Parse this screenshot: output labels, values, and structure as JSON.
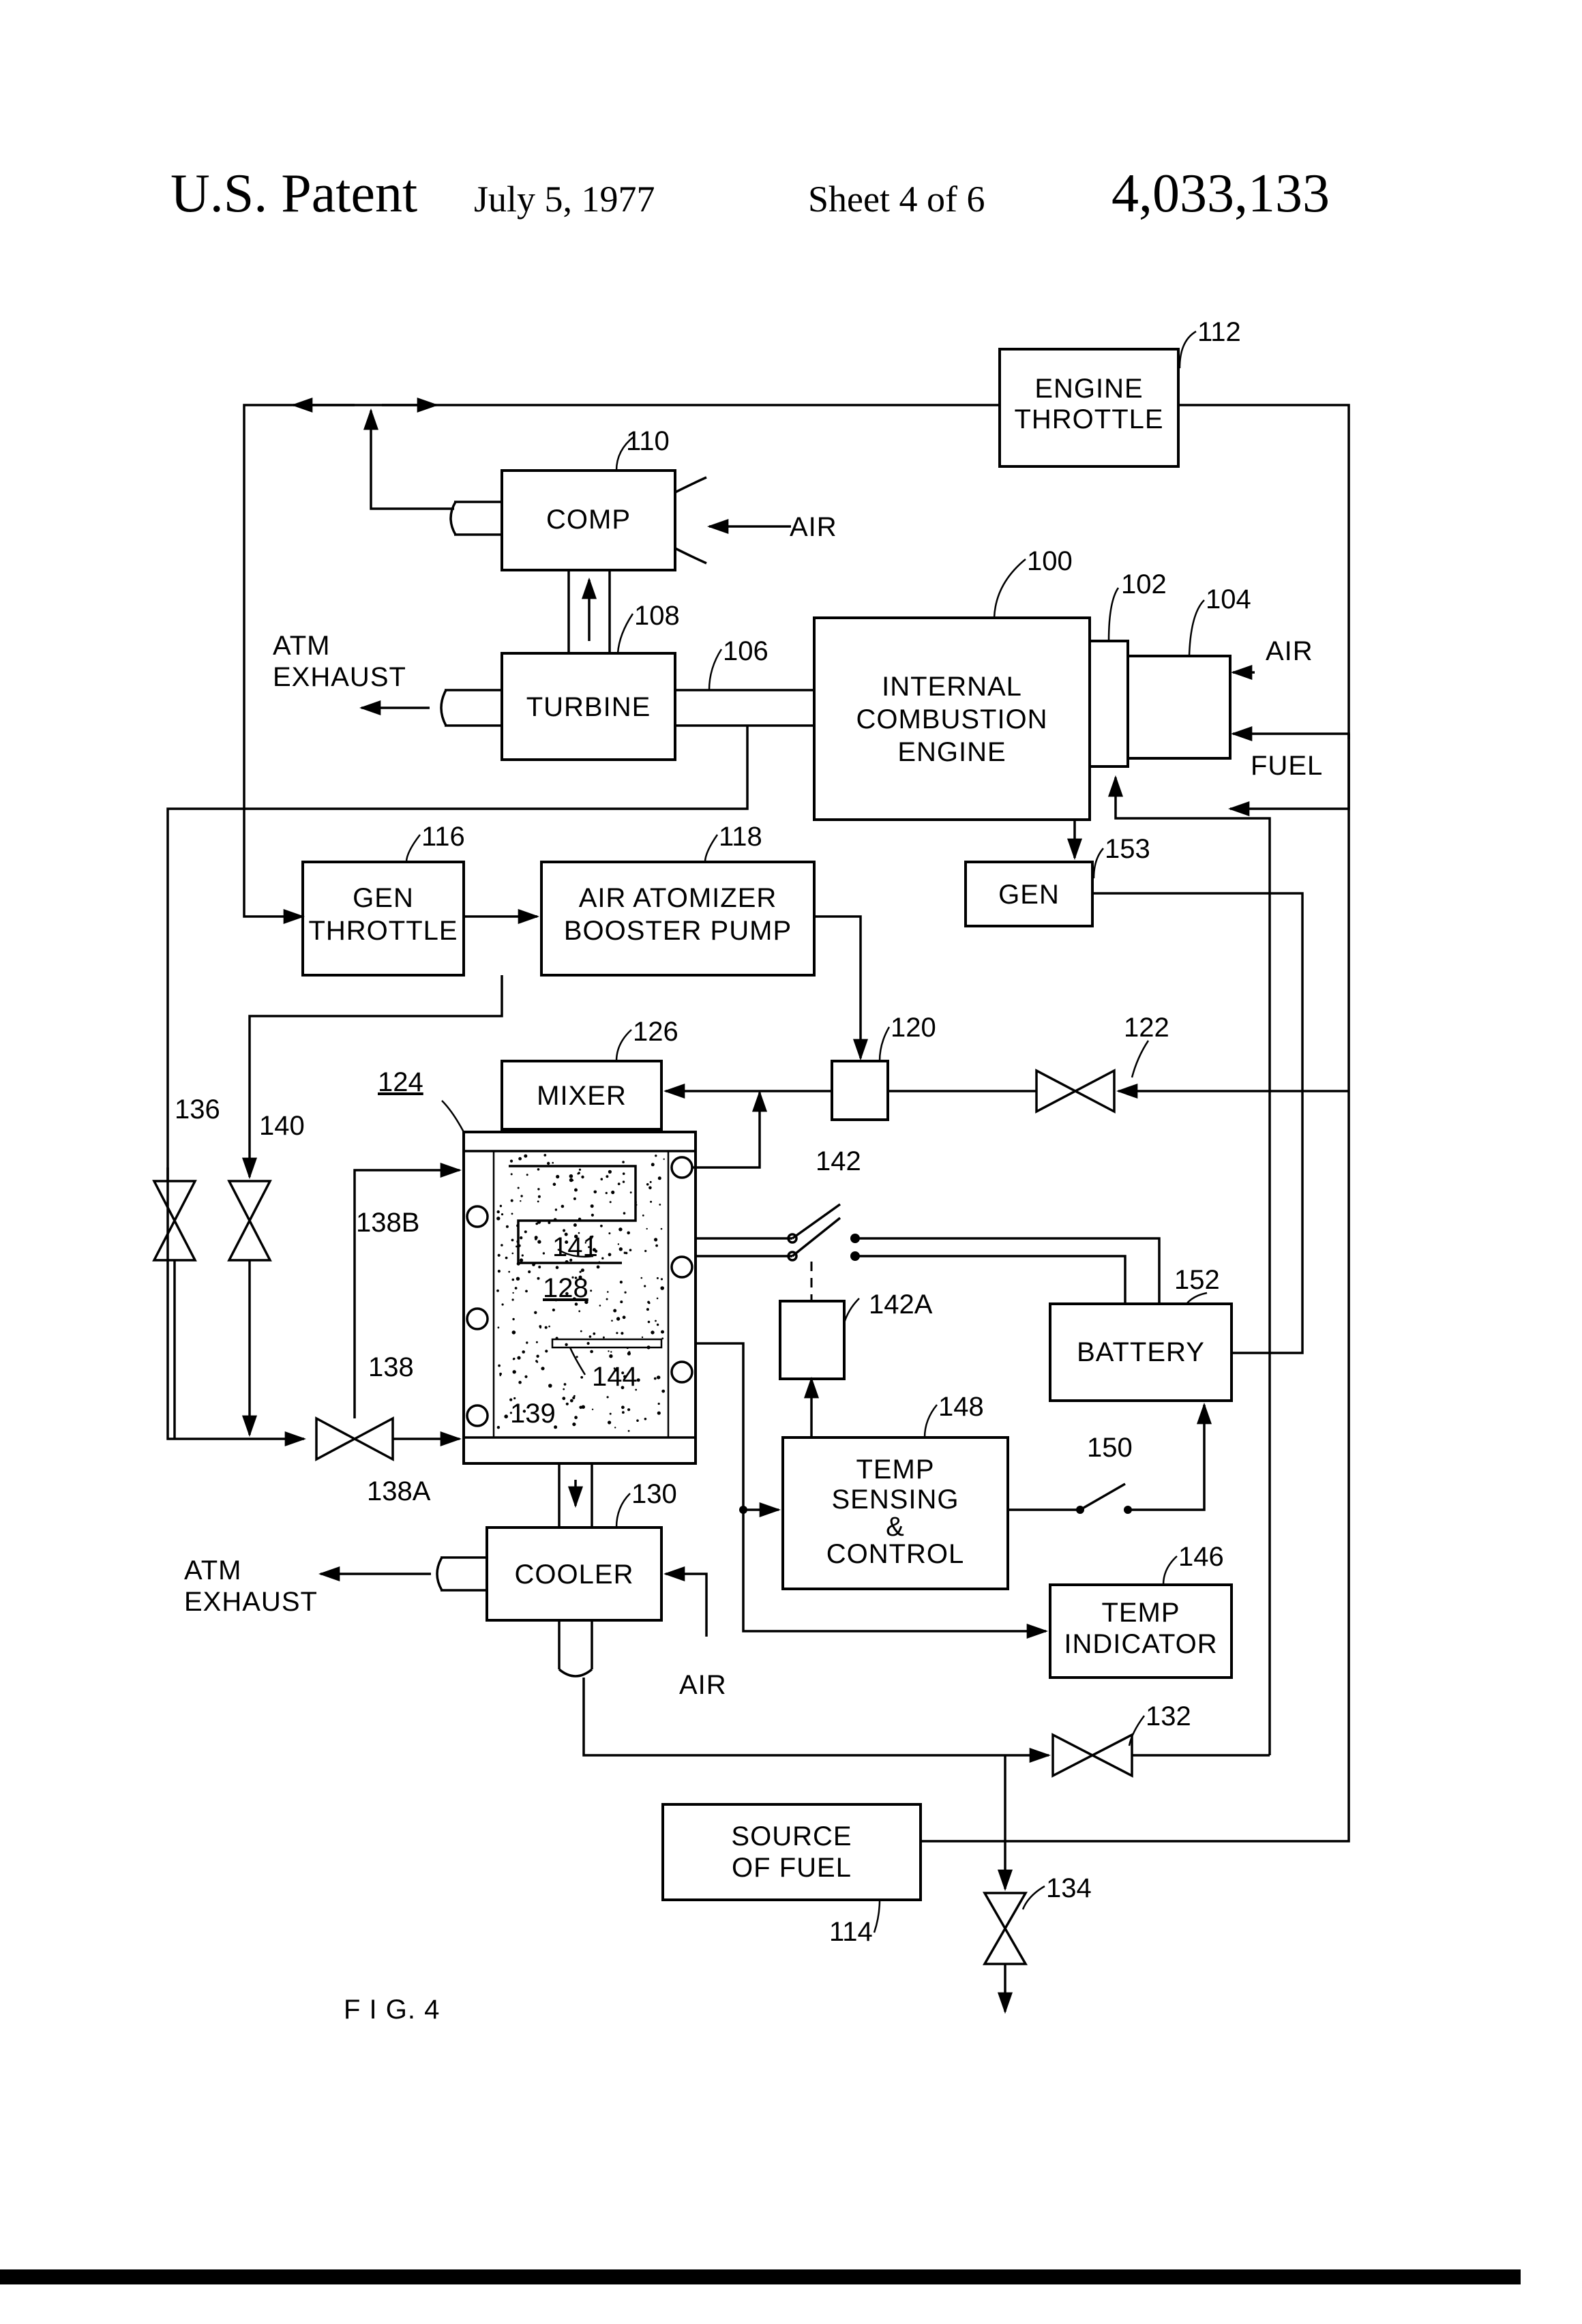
{
  "header": {
    "title": "U.S. Patent",
    "date": "July 5, 1977",
    "sheet": "Sheet 4 of 6",
    "number": "4,033,133"
  },
  "figure_label": "F I G.   4",
  "blocks": {
    "engine_throttle": [
      "ENGINE",
      "THROTTLE"
    ],
    "comp": "COMP",
    "turbine": "TURBINE",
    "ice": [
      "INTERNAL",
      "COMBUSTION",
      "ENGINE"
    ],
    "gen_top": "GEN",
    "gen_throttle": [
      "GEN",
      "THROTTLE"
    ],
    "air_atomizer": [
      "AIR ATOMIZER",
      "BOOSTER PUMP"
    ],
    "mixer": "MIXER",
    "battery": "BATTERY",
    "temp_sensing": [
      "TEMP",
      "SENSING",
      "&",
      "CONTROL"
    ],
    "temp_indicator": [
      "TEMP",
      "INDICATOR"
    ],
    "cooler": "COOLER",
    "source_of_fuel": [
      "SOURCE",
      "OF  FUEL"
    ]
  },
  "io_labels": {
    "air_comp": "AIR",
    "air_engine": "AIR",
    "fuel_engine": "FUEL",
    "air_cooler": "AIR",
    "atm_exhaust_top": [
      "ATM",
      "EXHAUST"
    ],
    "atm_exhaust_bottom": [
      "ATM",
      "EXHAUST"
    ]
  },
  "refs": {
    "r100": "100",
    "r102": "102",
    "r104": "104",
    "r106": "106",
    "r108": "108",
    "r110": "110",
    "r112": "112",
    "r114": "114",
    "r116": "116",
    "r118": "118",
    "r120": "120",
    "r122": "122",
    "r124": "124",
    "r126": "126",
    "r128": "128",
    "r130": "130",
    "r132": "132",
    "r134": "134",
    "r136": "136",
    "r138": "138",
    "r138a": "138A",
    "r138b": "138B",
    "r139": "139",
    "r140": "140",
    "r141": "141",
    "r142": "142",
    "r142a": "142A",
    "r144": "144",
    "r146": "146",
    "r148": "148",
    "r150": "150",
    "r152": "152",
    "r153": "153"
  }
}
